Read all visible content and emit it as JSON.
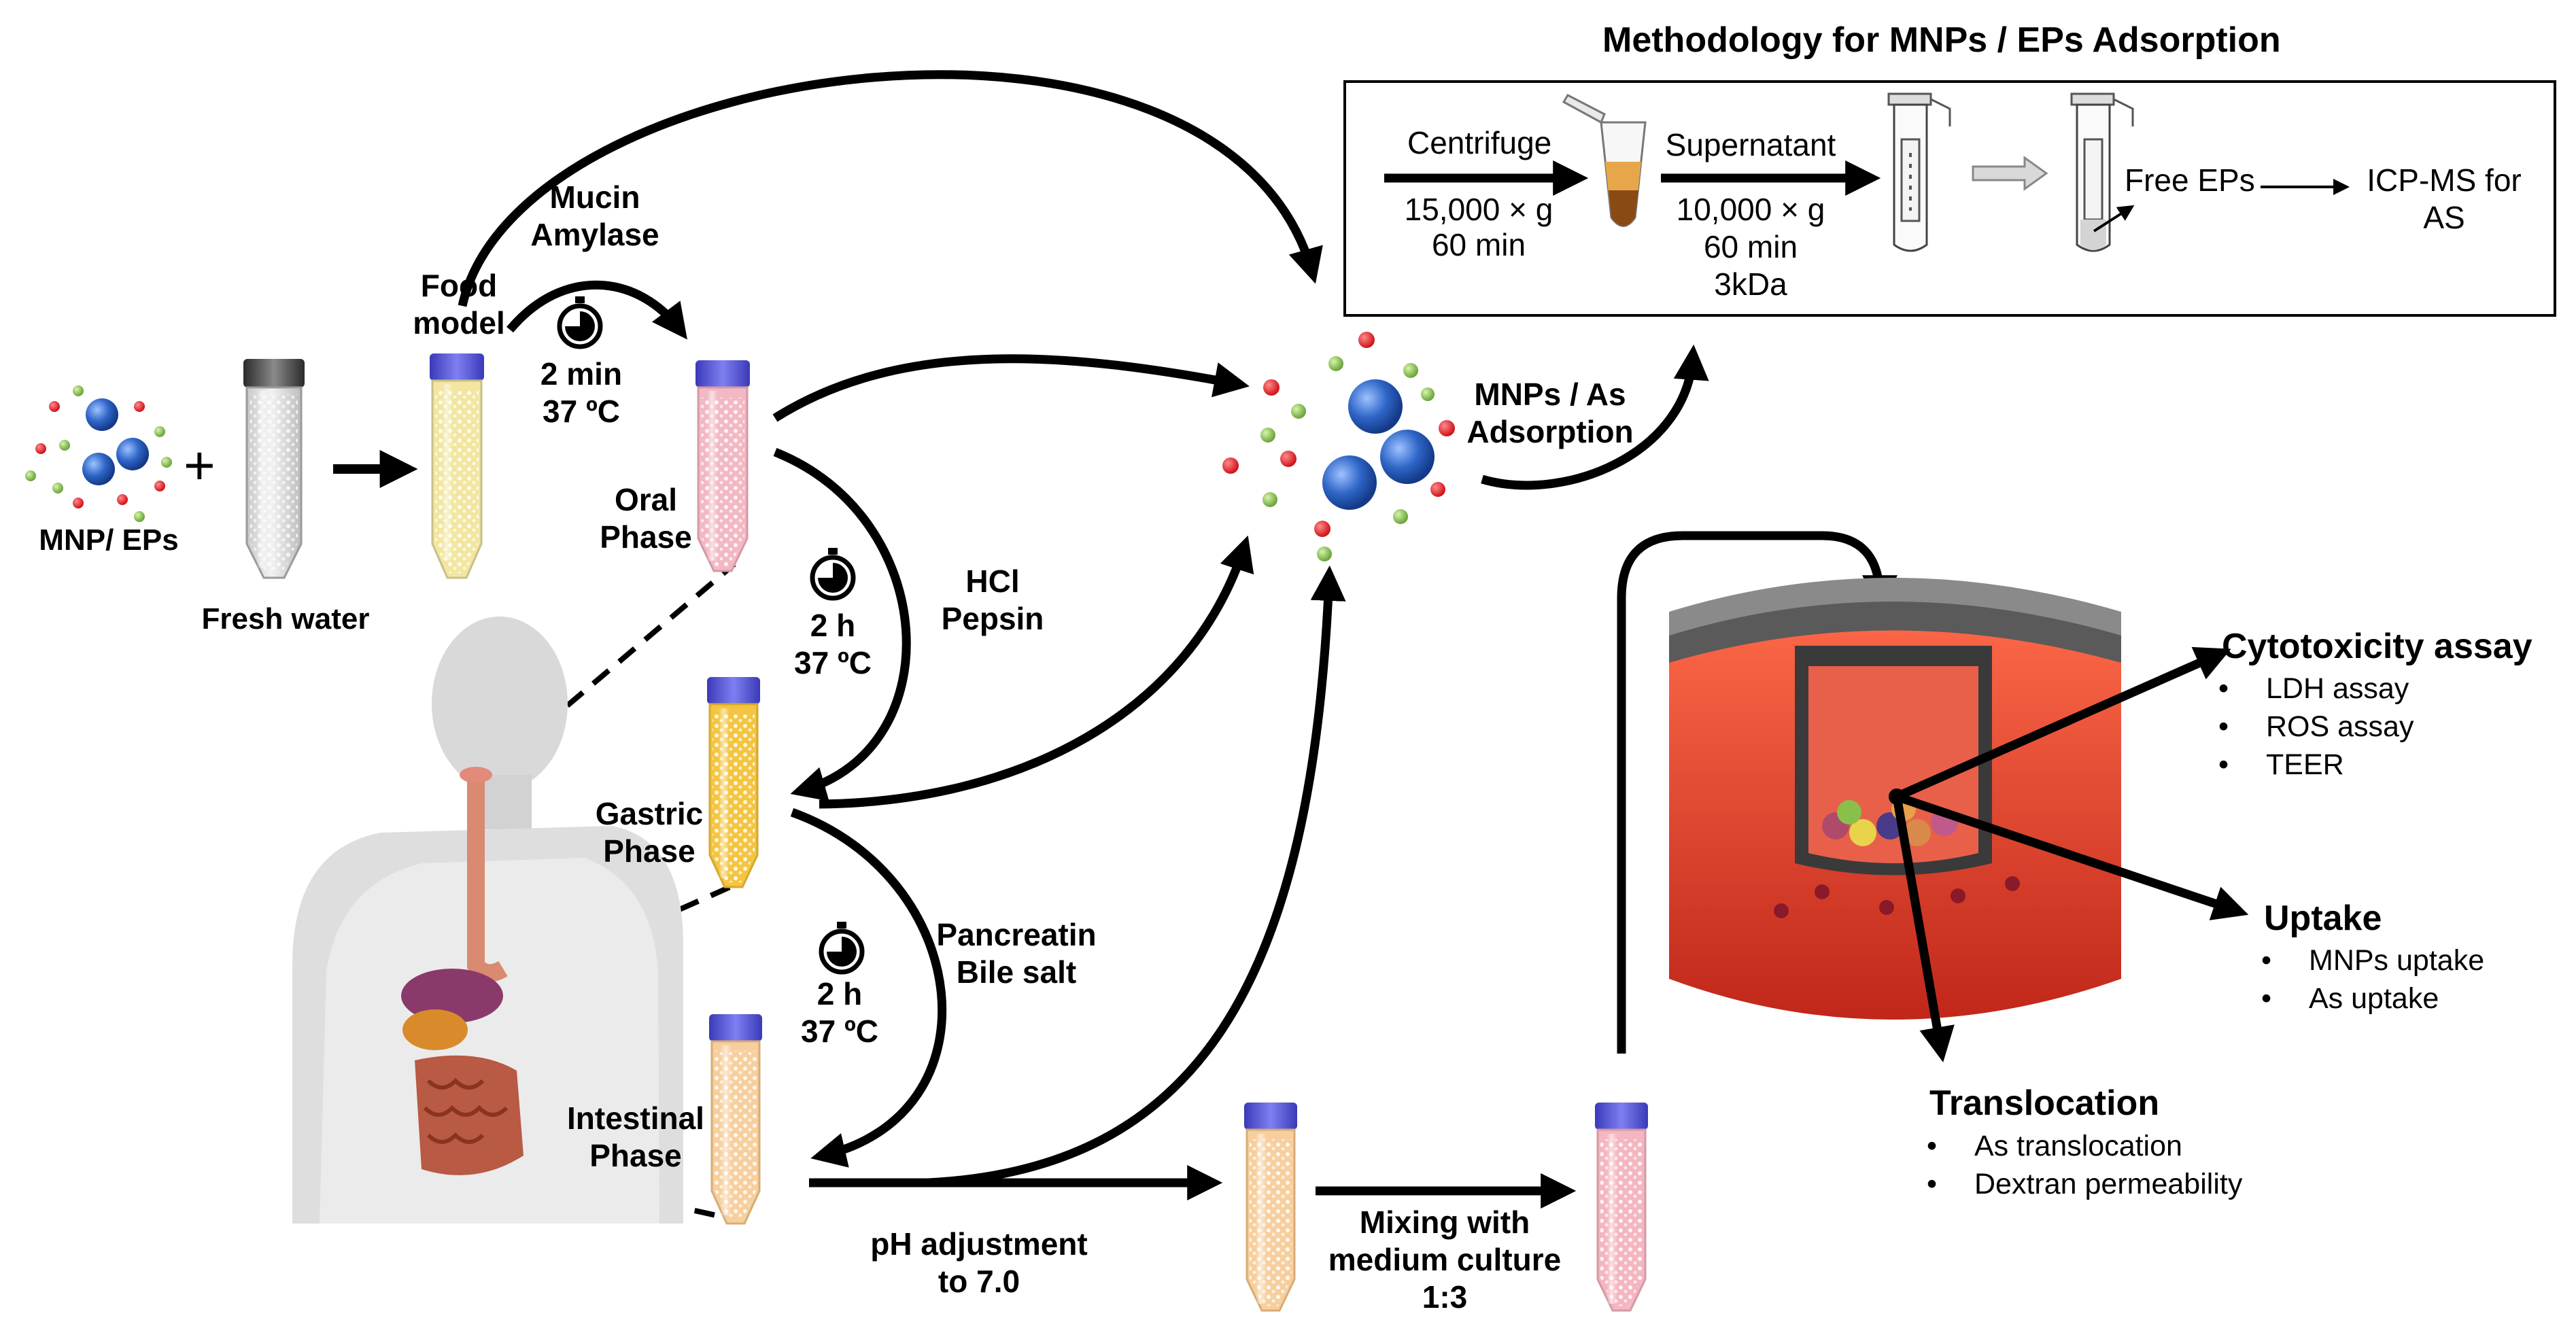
{
  "title": "Methodology for MNPs / EPs Adsorption",
  "methodology": {
    "centrifuge_label": "Centrifuge",
    "centrifuge_speed": "15,000 × g",
    "centrifuge_time": "60 min",
    "supernatant_label": "Supernatant",
    "supernatant_speed": "10,000 × g",
    "supernatant_time": "60 min",
    "supernatant_filter": "3kDa",
    "free_eps": "Free EPs",
    "icp_line1": "ICP-MS for",
    "icp_line2": "AS"
  },
  "inputs": {
    "mnp_eps": "MNP/ EPs",
    "plus": "+",
    "fresh_water": "Fresh water",
    "food_line1": "Food",
    "food_line2": "model"
  },
  "oral": {
    "enzyme1": "Mucin",
    "enzyme2": "Amylase",
    "time": "2 min",
    "temp": "37 ºC",
    "phase1": "Oral",
    "phase2": "Phase"
  },
  "gastric": {
    "enzyme1": "HCl",
    "enzyme2": "Pepsin",
    "time": "2 h",
    "temp": "37 ºC",
    "phase1": "Gastric",
    "phase2": "Phase"
  },
  "intestinal": {
    "enzyme1": "Pancreatin",
    "enzyme2": "Bile salt",
    "time": "2 h",
    "temp": "37 ºC",
    "phase1": "Intestinal",
    "phase2": "Phase"
  },
  "adsorption": {
    "line1": "MNPs / As",
    "line2": "Adsorption"
  },
  "ph": {
    "line1": "pH adjustment",
    "line2": "to 7.0"
  },
  "mixing": {
    "line1": "Mixing with",
    "line2": "medium culture",
    "line3": "1:3"
  },
  "cytotoxicity": {
    "title": "Cytotoxicity assay",
    "items": [
      "LDH assay",
      "ROS assay",
      "TEER"
    ]
  },
  "uptake": {
    "title": "Uptake",
    "items": [
      "MNPs uptake",
      "As uptake"
    ]
  },
  "translocation": {
    "title": "Translocation",
    "items": [
      "As translocation",
      "Dextran permeability"
    ]
  },
  "colors": {
    "particle_blue": "#2a5fbf",
    "particle_red": "#e8141c",
    "particle_green": "#7cb342",
    "cap_blue": "#5b5bd6",
    "oral_fluid": "#f2b8c4",
    "gastric_fluid": "#f4c542",
    "intestinal_fluid": "#f7cf9e",
    "food_fluid": "#f1e49a",
    "transwell_red": "#e8402c"
  }
}
